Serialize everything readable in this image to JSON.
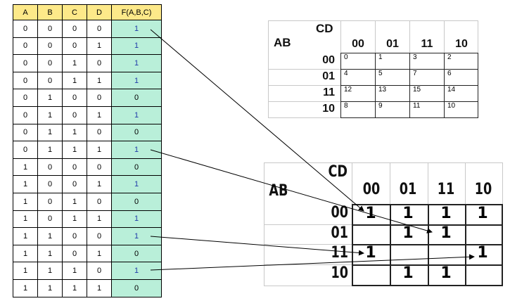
{
  "truth_table": {
    "headers": [
      "A",
      "B",
      "C",
      "D",
      "F(A,B,C)"
    ],
    "rows": [
      [
        "0",
        "0",
        "0",
        "0",
        "1"
      ],
      [
        "0",
        "0",
        "0",
        "1",
        "1"
      ],
      [
        "0",
        "0",
        "1",
        "0",
        "1"
      ],
      [
        "0",
        "0",
        "1",
        "1",
        "1"
      ],
      [
        "0",
        "1",
        "0",
        "0",
        "0"
      ],
      [
        "0",
        "1",
        "0",
        "1",
        "1"
      ],
      [
        "0",
        "1",
        "1",
        "0",
        "0"
      ],
      [
        "0",
        "1",
        "1",
        "1",
        "1"
      ],
      [
        "1",
        "0",
        "0",
        "0",
        "0"
      ],
      [
        "1",
        "0",
        "0",
        "1",
        "1"
      ],
      [
        "1",
        "0",
        "1",
        "0",
        "0"
      ],
      [
        "1",
        "0",
        "1",
        "1",
        "1"
      ],
      [
        "1",
        "1",
        "0",
        "0",
        "1"
      ],
      [
        "1",
        "1",
        "0",
        "1",
        "0"
      ],
      [
        "1",
        "1",
        "1",
        "0",
        "1"
      ],
      [
        "1",
        "1",
        "1",
        "1",
        "0"
      ]
    ]
  },
  "kmap_index": {
    "var_cols": "CD",
    "var_rows": "AB",
    "col_labels": [
      "00",
      "01",
      "11",
      "10"
    ],
    "row_labels": [
      "00",
      "01",
      "11",
      "10"
    ],
    "cells": [
      [
        "0",
        "1",
        "3",
        "2"
      ],
      [
        "4",
        "5",
        "7",
        "6"
      ],
      [
        "12",
        "13",
        "15",
        "14"
      ],
      [
        "8",
        "9",
        "11",
        "10"
      ]
    ]
  },
  "kmap_values": {
    "var_cols": "CD",
    "var_rows": "AB",
    "col_labels": [
      "00",
      "01",
      "11",
      "10"
    ],
    "row_labels": [
      "00",
      "01",
      "11",
      "10"
    ],
    "cells": [
      [
        "1",
        "1",
        "1",
        "1"
      ],
      [
        "",
        "1",
        "1",
        ""
      ],
      [
        "1",
        "",
        "",
        "1"
      ],
      [
        "",
        "1",
        "1",
        ""
      ]
    ]
  }
}
